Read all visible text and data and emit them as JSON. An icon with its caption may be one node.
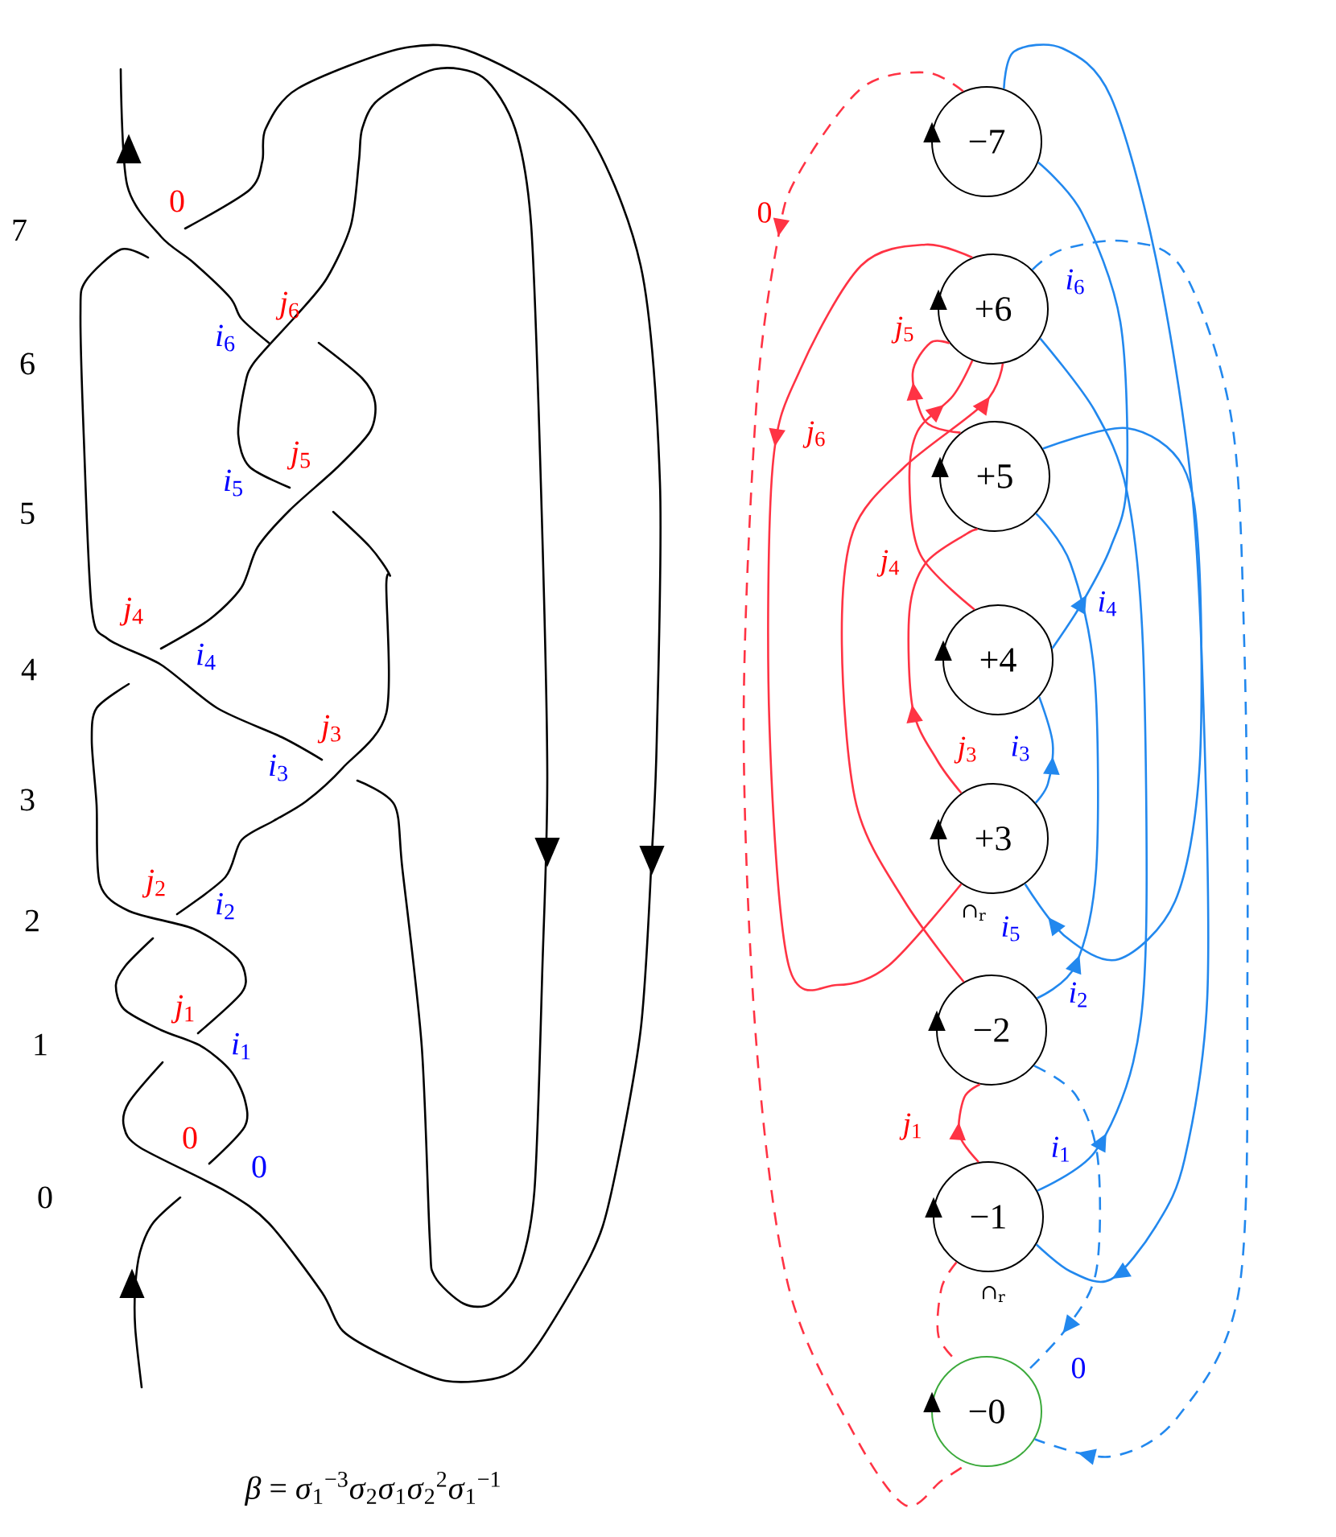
{
  "diagram": {
    "caption": "*β* = *σ*$_{1}$$^{−3}$*σ*$_{2}$*σ*$_{1}$*σ*$_{2}$$^{2}$*σ*$_{1}$$^{−1}$",
    "nodes": [
      {
        "text": [
          "−7"
        ]
      },
      {
        "text": [
          "+6"
        ]
      },
      {
        "text": [
          "+5"
        ]
      },
      {
        "text": [
          "+4"
        ]
      },
      {
        "text": [
          "+3"
        ]
      },
      {
        "text": [
          "−2"
        ]
      },
      {
        "text": [
          "−1"
        ]
      },
      {
        "text": [
          "−0"
        ]
      }
    ],
    "edges": [
      {
        "from": 0,
        "to": 7,
        "arrow": "to",
        "label": "0",
        "style": "dashed",
        "color": "#ff3344"
      },
      {
        "from": 1,
        "to": 4,
        "arrow": "to",
        "label": "*j*$_{6}$",
        "color": "#ff3344"
      },
      {
        "from": 2,
        "to": 1,
        "arrow": "to",
        "label": "*j*$_{5}$",
        "color": "#ff3344"
      },
      {
        "from": 3,
        "to": 1,
        "arrow": "to",
        "label": "*j*$_{4}$",
        "color": "#ff3344"
      },
      {
        "from": 4,
        "to": 2,
        "arrow": "to",
        "label": "*j*$_{3}$",
        "color": "#ff3344"
      },
      {
        "from": 5,
        "to": 1,
        "arrow": "to",
        "color": "#ff3344"
      },
      {
        "from": 6,
        "to": 5,
        "arrow": "to",
        "label": "*j*$_{1}$",
        "color": "#ff3344"
      },
      {
        "from": 6,
        "to": 7,
        "arrow": "none",
        "style": "dashed",
        "color": "#ff3344"
      },
      {
        "from": 0,
        "to": 6,
        "arrow": "to",
        "color": "#2288ee"
      },
      {
        "from": 3,
        "to": 0,
        "arrow": "to",
        "label": "*i*$_{4}$",
        "color": "#2288ee"
      },
      {
        "from": 1,
        "to": 7,
        "arrow": "to",
        "label": "*i*$_{6}$",
        "style": "dashed",
        "color": "#2288ee"
      },
      {
        "from": 6,
        "to": 1,
        "arrow": "to",
        "label": "*i*$_{1}$",
        "color": "#2288ee"
      },
      {
        "from": 2,
        "to": 4,
        "arrow": "to",
        "label": "*i*$_{5}$",
        "color": "#2288ee"
      },
      {
        "from": 5,
        "to": 2,
        "arrow": "to",
        "label": "*i*$_{2}$",
        "color": "#2288ee"
      },
      {
        "from": 4,
        "to": 3,
        "arrow": "to",
        "label": "*i*$_{3}$",
        "color": "#2288ee"
      },
      {
        "from": 5,
        "to": 7,
        "arrow": "to",
        "label": "0",
        "style": "dashed",
        "color": "#2288ee"
      }
    ],
    "labels": [
      "0",
      "7",
      "*j*$_{6}$",
      "*i*$_{6}$",
      "6",
      "*j*$_{5}$",
      "*i*$_{5}$",
      "5",
      "*j*$_{4}$",
      "*i*$_{4}$",
      "4",
      "*j*$_{3}$",
      "*i*$_{3}$",
      "3",
      "*j*$_{2}$",
      "*i*$_{2}$",
      "2",
      "*j*$_{1}$",
      "*i*$_{1}$",
      "1",
      "0",
      "0",
      "0",
      "∩$_{r}$",
      "∩$_{r}$"
    ]
  }
}
